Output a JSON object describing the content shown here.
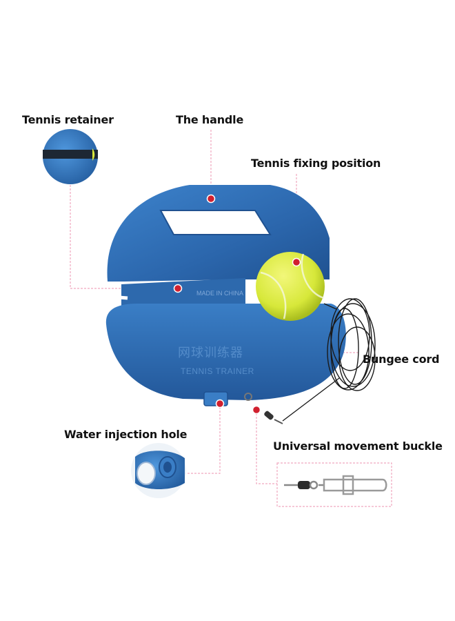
{
  "labels": {
    "tennis_retainer": "Tennis retainer",
    "handle": "The handle",
    "fixing_position": "Tennis fixing position",
    "bungee_cord": "Bungee cord",
    "water_hole": "Water injection hole",
    "buckle": "Universal movement buckle"
  },
  "product_text": {
    "made_in": "MADE IN CHINA",
    "chinese": "网球训练器",
    "english": "TENNIS TRAINER"
  },
  "colors": {
    "base_blue": "#2f6fb5",
    "ball_yellow": "#d8ea3a",
    "marker_red": "#d1202f",
    "leader_pink": "#f0a6bf"
  }
}
